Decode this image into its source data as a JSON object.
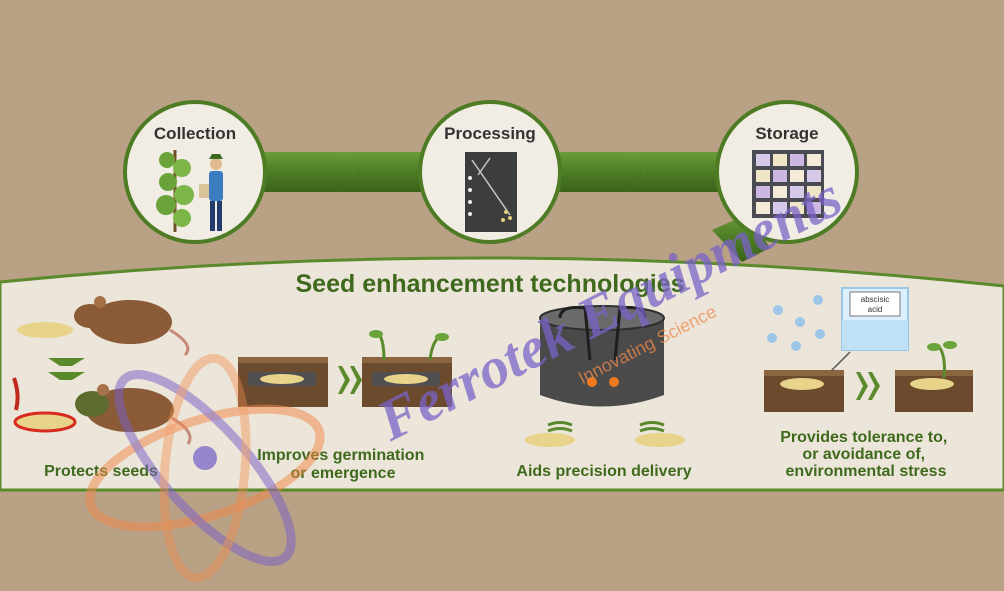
{
  "pipeline": {
    "stages": [
      {
        "label": "Collection",
        "icon": "collector-person-icon"
      },
      {
        "label": "Processing",
        "icon": "seed-sorter-icon"
      },
      {
        "label": "Storage",
        "icon": "storage-shelves-icon"
      }
    ]
  },
  "panel": {
    "title": "Seed enhancement technologies",
    "sections": [
      {
        "caption_lines": [
          "Protects seeds"
        ],
        "icon": "mice-eating-seeds-icon"
      },
      {
        "caption_lines": [
          "Improves germination",
          "or emergence"
        ],
        "icon": "germinating-seed-icon"
      },
      {
        "caption_lines": [
          "Aids precision delivery"
        ],
        "icon": "seed-coating-drum-icon"
      },
      {
        "caption_lines": [
          "Provides tolerance to,",
          "or avoidance of,",
          "environmental stress"
        ],
        "icon": "abscisic-acid-beaker-icon"
      }
    ],
    "beaker_label_lines": [
      "abscisic",
      "acid"
    ]
  },
  "watermark": {
    "brand": "Ferrotek Equipments",
    "tagline": "Innovating Science",
    "icon": "atom-logo-icon"
  },
  "colors": {
    "background": "#b9a185",
    "panel": "#ece5d9",
    "accent_green": "#4d7c25",
    "circle_fill": "#f2ede4",
    "watermark_purple": "#7a63c8",
    "watermark_orange": "#f08a4b"
  }
}
